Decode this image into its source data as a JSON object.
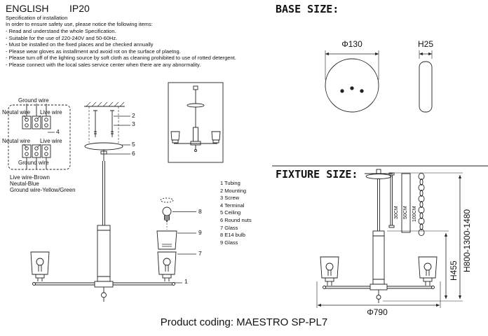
{
  "page": {
    "language": "ENGLISH",
    "ip_rating": "IP20",
    "product_coding": "Product coding: MAESTRO SP-PL7"
  },
  "spec": {
    "title": "Specification of installation",
    "intro": "In order to ensure safety use, please notice the following items:",
    "items": [
      "- Read and understand the whole Specification.",
      "- Suitable for the use of 220-240V and 50-60Hz.",
      "- Must be installed on the fixed places and be checked annually",
      "- Please wear gloves as installment and avoid rot on the surface of plaetng.",
      "- Please tum off of the lighting source by soft cloth as cleaning prohibited to use of rotted detergent.",
      "- Please connect with the local sales service center when there are any abnormality."
    ]
  },
  "wiring": {
    "ground_top": "Ground wire",
    "neutral_1": "Neutal wire",
    "live_1": "Live wire",
    "neutral_2": "Neutal wire",
    "live_2": "Live wire",
    "terminal_callout": "4",
    "ground_bottom": "Ground wire",
    "legend": [
      "Live wire-Brown",
      "Neutal-Blue",
      "Ground wire-Yellow/Green"
    ]
  },
  "callouts": {
    "mounting": "2",
    "screw": "3",
    "ceiling": "5",
    "round_nuts": "6",
    "bulb": "8",
    "glass_upper": "9",
    "glass": "7",
    "tubing": "1"
  },
  "parts_list": [
    "1 Tubing",
    "2 Mounting",
    "3 Screw",
    "4 Terminal",
    "5 Ceiling",
    "6 Round nuts",
    "7 Glass",
    "8 E14 bulb",
    "9 Glass"
  ],
  "base_size": {
    "heading": "BASE SIZE:",
    "diameter_label": "Φ130",
    "height_label": "H25"
  },
  "fixture_size": {
    "heading": "FIXTURE SIZE:",
    "rod_30": "30CM",
    "rod_50": "50CM",
    "rod_100": "100CM",
    "fixture_height": "H455",
    "overall_height": "H800-1300-1480",
    "diameter_label": "Φ790"
  }
}
